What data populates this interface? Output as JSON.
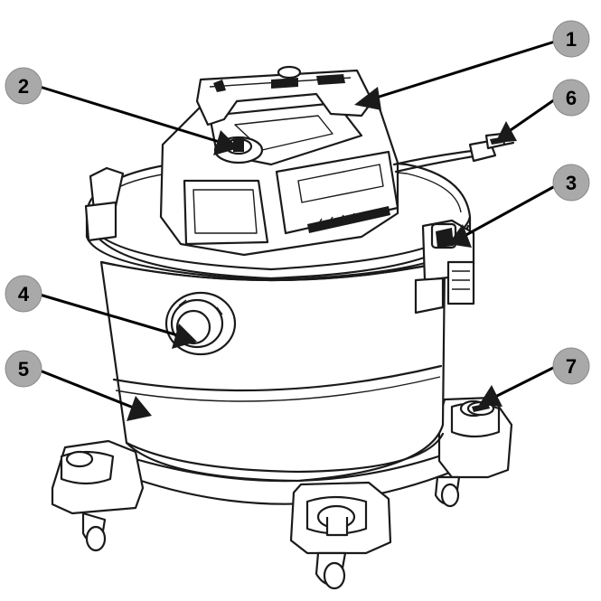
{
  "diagram": {
    "subject": "wet-dry-vacuum",
    "colors": {
      "line": "#1a1a1a",
      "badge_fill": "#a9a9a9",
      "badge_text": "#000000",
      "background": "#ffffff"
    },
    "callouts": [
      {
        "id": "1",
        "label": "1"
      },
      {
        "id": "2",
        "label": "2"
      },
      {
        "id": "3",
        "label": "3"
      },
      {
        "id": "4",
        "label": "4"
      },
      {
        "id": "5",
        "label": "5"
      },
      {
        "id": "6",
        "label": "6"
      },
      {
        "id": "7",
        "label": "7"
      }
    ]
  }
}
